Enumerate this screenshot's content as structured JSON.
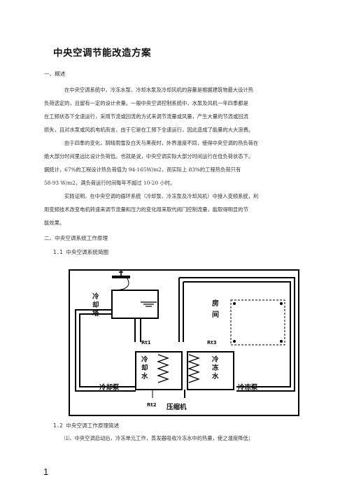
{
  "title": "中央空调节能改造方案",
  "section1": {
    "heading": "一、概述",
    "para1": [
      "在中央空调系统中，冷冻水泵、冷却水泵及冷却风机的容量是根据建筑物最大设计热",
      "负荷选定的，且留有一定的设计余量。一般中央空调控制系统中，水泵及风机一年四季都是",
      "在工频状态下全速运行，采用节流或回流的方式来调节流量或风量，产生大量的节流或回流",
      "损失，且对水泵或风机电机而言，由于它是在工频下全速运行，因此造成了能量的大大浪费。"
    ],
    "para2": [
      "由于四季的变化，阴晴雨雪及白天与黑夜时，外界温度不同，使得中央空调的热负荷在",
      "绝大部分时间里远比设计负荷低。也就是说，中央空调实际大部分时间运行在低负荷状态下。",
      "据统计，67%的工程设计热负荷值为 94-165W/m2，而实际上 83%的工程热负荷只有",
      "58-93  W/m2，满负荷运行时间每年不超过 10-20 小时。"
    ],
    "para3": [
      "实践证明，在中央空调的循环系统（冷却泵、冷冻泵及冷却风机）中接入变频系统，利",
      "用变频技术改变电机转速来调节流量和压力的变化用来取代阀门控制流量，能取得明显的节",
      "能效果。"
    ]
  },
  "section2": {
    "heading": "二、中央空调系统工作原理",
    "sub1": "1.1 中央空调系统简图",
    "sub2": "1.2 中央空调工作原理简述",
    "para_first": "⑴、中央空调启动后，冷冻单元工作，蒸发器吸收冷冻水中的热量，使之温度降低；"
  },
  "diagram": {
    "cooling_tower": "冷却塔",
    "room": "房间",
    "cooling_water": "冷却水",
    "chilled_water": "冷冻水",
    "cooling_pump": "冷却泵",
    "chilled_pump": "冷冻泵",
    "compressor": "压缩机",
    "rt1": "Rt1",
    "rt2": "Rt2",
    "rt3": "Rt3"
  },
  "page_number": "1"
}
